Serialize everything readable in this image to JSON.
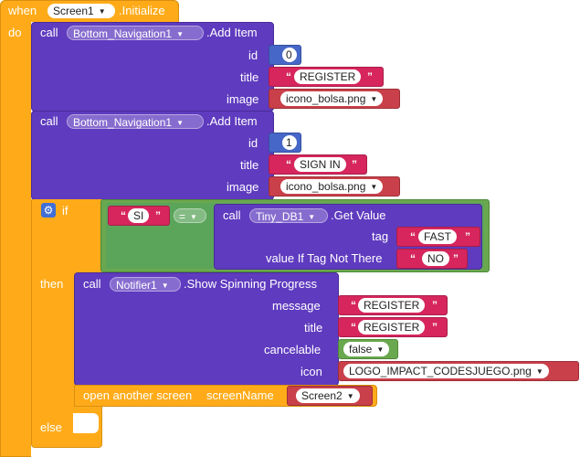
{
  "event": {
    "when": "when",
    "component": "Screen1",
    "event_name": ".Initialize",
    "do": "do"
  },
  "add_item_1": {
    "call": "call",
    "component": "Bottom_Navigation1",
    "method": ".Add Item",
    "id_label": "id",
    "id_value": "0",
    "title_label": "title",
    "title_value": "REGISTER",
    "image_label": "image",
    "image_value": "icono_bolsa.png"
  },
  "add_item_2": {
    "call": "call",
    "component": "Bottom_Navigation1",
    "method": ".Add Item",
    "id_label": "id",
    "id_value": "1",
    "title_label": "title",
    "title_value": "SIGN IN",
    "image_label": "image",
    "image_value": "icono_bolsa.png"
  },
  "if_block": {
    "if": "if",
    "then": "then",
    "else": "else",
    "left_text": "SI",
    "operator": "=",
    "get_value": {
      "call": "call",
      "component": "Tiny_DB1",
      "method": ".Get Value",
      "tag_label": "tag",
      "tag_value": "FAST",
      "default_label": "value If Tag Not There",
      "default_value": "NO"
    }
  },
  "spinning": {
    "call": "call",
    "component": "Notifier1",
    "method": ".Show Spinning Progress",
    "message_label": "message",
    "message_value": "REGISTER",
    "title_label": "title",
    "title_value": "REGISTER",
    "cancelable_label": "cancelable",
    "cancelable_value": "false",
    "icon_label": "icon",
    "icon_value": "LOGO_IMPACT_CODESJUEGO.png"
  },
  "open_screen": {
    "label": "open another screen",
    "param_label": "screenName",
    "screen_value": "Screen2"
  },
  "quote_open": "“",
  "quote_close": "”"
}
